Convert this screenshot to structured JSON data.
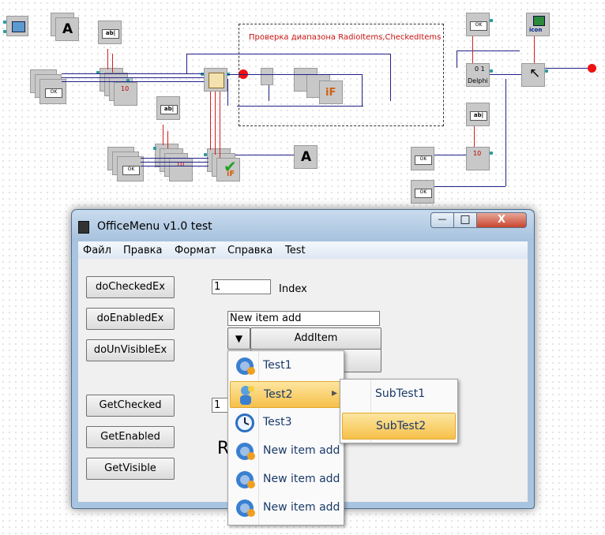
{
  "schematic": {
    "region_label": "Проверка диапазона RadioItems,CheckedItems",
    "ok_label": "OK",
    "edit_label": "ab|",
    "big_a": "A",
    "num_label": "10",
    "delphi_num": "0 1",
    "delphi_label": "Delphi",
    "icon_label": "icon",
    "if_label": "iF"
  },
  "window": {
    "title": "OfficeMenu v1.0 test",
    "minimize_glyph": "—",
    "maximize_glyph": "□",
    "close_glyph": "X"
  },
  "menubar": [
    "Файл",
    "Правка",
    "Формат",
    "Справка",
    "Test"
  ],
  "buttons": {
    "doCheckedEx": "doCheckedEx",
    "doEnabledEx": "doEnabledEx",
    "doUnVisibleEx": "doUnVisibleEx",
    "GetChecked": "GetChecked",
    "GetEnabled": "GetEnabled",
    "GetVisible": "GetVisible",
    "AddItem": "AddItem",
    "dropdown_glyph": "▼"
  },
  "fields": {
    "index_value": "1",
    "index_label": "Index",
    "new_item_value": "New item add",
    "second_value": "1",
    "partial_label": "R"
  },
  "popup_menu": {
    "items": [
      "Test1",
      "Test2",
      "Test3",
      "New item add",
      "New item add",
      "New item add"
    ],
    "selected": "Test2",
    "submenu_arrow": "▸"
  },
  "submenu": {
    "items": [
      "SubTest1",
      "SubTest2"
    ],
    "selected": "SubTest2"
  },
  "colors": {
    "wire_blue": "#20208a",
    "wire_red": "#d02020",
    "highlight": "#fbd05a",
    "menu_text": "#1a3a6a"
  }
}
